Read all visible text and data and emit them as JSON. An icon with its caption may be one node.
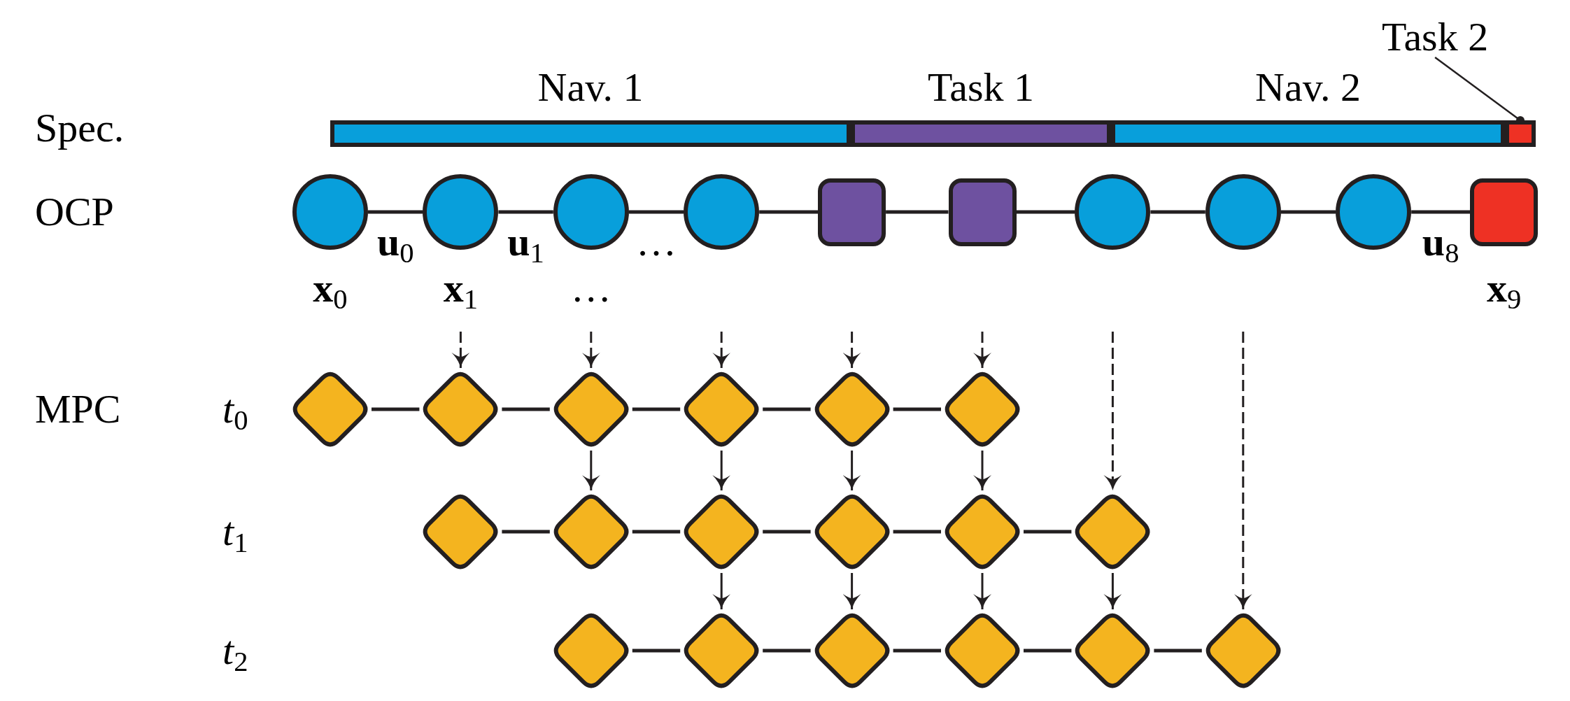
{
  "diagram": {
    "nodes": [
      {
        "text": [
          "Nav. 1"
        ]
      },
      {
        "text": [
          "Task 1"
        ]
      },
      {
        "text": [
          "Nav. 2"
        ]
      },
      {
        "text": [
          "Task 2"
        ]
      },
      {
        "text": [],
        "shape": "bar"
      },
      {
        "text": [],
        "shape": "circle",
        "beside": [
          "**x**$_{0}$"
        ]
      },
      {
        "text": [],
        "shape": "circle",
        "beside": [
          "**x**$_{1}$"
        ]
      },
      {
        "text": [],
        "shape": "circle",
        "beside": [
          "…"
        ]
      },
      {
        "text": [],
        "shape": "circle"
      },
      {
        "text": [],
        "shape": "box"
      },
      {
        "text": [],
        "shape": "box"
      },
      {
        "text": [],
        "shape": "circle"
      },
      {
        "text": [],
        "shape": "circle"
      },
      {
        "text": [],
        "shape": "circle"
      },
      {
        "text": [],
        "shape": "box",
        "beside": [
          "**x**$_{9}$"
        ]
      },
      {
        "text": [],
        "shape": "diamond"
      },
      {
        "text": [],
        "shape": "diamond"
      },
      {
        "text": [],
        "shape": "diamond"
      },
      {
        "text": [],
        "shape": "diamond"
      },
      {
        "text": [],
        "shape": "diamond"
      },
      {
        "text": [],
        "shape": "diamond"
      },
      {
        "text": [],
        "shape": "diamond"
      },
      {
        "text": [],
        "shape": "diamond"
      },
      {
        "text": [],
        "shape": "diamond"
      },
      {
        "text": [],
        "shape": "diamond"
      },
      {
        "text": [],
        "shape": "diamond"
      },
      {
        "text": [],
        "shape": "diamond"
      },
      {
        "text": [],
        "shape": "diamond"
      },
      {
        "text": [],
        "shape": "diamond"
      },
      {
        "text": [],
        "shape": "diamond"
      },
      {
        "text": [],
        "shape": "diamond"
      },
      {
        "text": [],
        "shape": "diamond"
      },
      {
        "text": [],
        "shape": "diamond"
      }
    ],
    "edges": [
      {
        "from": 3,
        "to": 4,
        "arrow": "other"
      },
      {
        "from": 5,
        "to": 6,
        "arrow": "none",
        "label": "**u**$_{0}$"
      },
      {
        "from": 6,
        "to": 7,
        "arrow": "none",
        "label": "**u**$_{1}$"
      },
      {
        "from": 7,
        "to": 8,
        "arrow": "none",
        "label": "…"
      },
      {
        "from": 8,
        "to": 9,
        "arrow": "none"
      },
      {
        "from": 9,
        "to": 10,
        "arrow": "none"
      },
      {
        "from": 10,
        "to": 11,
        "arrow": "none"
      },
      {
        "from": 11,
        "to": 12,
        "arrow": "none"
      },
      {
        "from": 12,
        "to": 13,
        "arrow": "none"
      },
      {
        "from": 13,
        "to": 14,
        "arrow": "none",
        "label": "**u**$_{8}$"
      },
      {
        "from": null,
        "to": 16,
        "arrow": "to",
        "style": "dashed"
      },
      {
        "from": null,
        "to": 17,
        "arrow": "to",
        "style": "dashed"
      },
      {
        "from": null,
        "to": 18,
        "arrow": "to",
        "style": "dashed"
      },
      {
        "from": null,
        "to": 19,
        "arrow": "to",
        "style": "dashed"
      },
      {
        "from": null,
        "to": 20,
        "arrow": "to",
        "style": "dashed"
      },
      {
        "from": null,
        "to": 26,
        "arrow": "to",
        "style": "dashed"
      },
      {
        "from": null,
        "to": 32,
        "arrow": "to",
        "style": "dashed"
      },
      {
        "from": 15,
        "to": 16,
        "arrow": "none"
      },
      {
        "from": 16,
        "to": 17,
        "arrow": "none"
      },
      {
        "from": 17,
        "to": 18,
        "arrow": "none"
      },
      {
        "from": 18,
        "to": 19,
        "arrow": "none"
      },
      {
        "from": 19,
        "to": 20,
        "arrow": "none"
      },
      {
        "from": 17,
        "to": 22,
        "arrow": "to"
      },
      {
        "from": 18,
        "to": 23,
        "arrow": "to"
      },
      {
        "from": 19,
        "to": 24,
        "arrow": "to"
      },
      {
        "from": 20,
        "to": 25,
        "arrow": "to"
      },
      {
        "from": 21,
        "to": 22,
        "arrow": "none"
      },
      {
        "from": 22,
        "to": 23,
        "arrow": "none"
      },
      {
        "from": 23,
        "to": 24,
        "arrow": "none"
      },
      {
        "from": 24,
        "to": 25,
        "arrow": "none"
      },
      {
        "from": 25,
        "to": 26,
        "arrow": "none"
      },
      {
        "from": 23,
        "to": 28,
        "arrow": "to"
      },
      {
        "from": 24,
        "to": 29,
        "arrow": "to"
      },
      {
        "from": 25,
        "to": 30,
        "arrow": "to"
      },
      {
        "from": 26,
        "to": 31,
        "arrow": "to"
      },
      {
        "from": 27,
        "to": 28,
        "arrow": "none"
      },
      {
        "from": 28,
        "to": 29,
        "arrow": "none"
      },
      {
        "from": 29,
        "to": 30,
        "arrow": "none"
      },
      {
        "from": 30,
        "to": 31,
        "arrow": "none"
      },
      {
        "from": 31,
        "to": 32,
        "arrow": "none"
      }
    ],
    "labels": [
      "Spec.",
      "OCP",
      "MPC",
      "*t*$_{0}$",
      "*t*$_{1}$",
      "*t*$_{2}$"
    ]
  }
}
